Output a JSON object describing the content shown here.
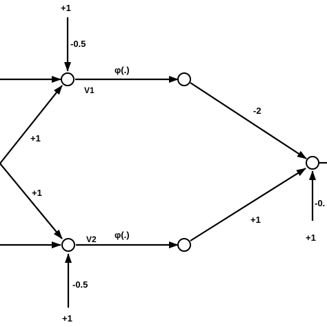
{
  "diagram": {
    "nodes": {
      "v1": {
        "label": "V1"
      },
      "v2": {
        "label": "V2"
      },
      "h1": {
        "label": ""
      },
      "h2": {
        "label": ""
      },
      "out": {
        "label": ""
      }
    },
    "labels": {
      "bias_top_v1": "+1",
      "bias_top_v1_weight": "-0.5",
      "activation_1": "φ(.)",
      "w_x2_v1": "+1",
      "w_x2_v2": "+1",
      "activation_2": "φ(.)",
      "bias_v2_weight": "-0.5",
      "bias_v2": "+1",
      "w_h1_out": "-2",
      "w_h2_out": "+1",
      "bias_out_weight": "-0.",
      "bias_out": "+1"
    },
    "colors": {
      "stroke": "#000000",
      "background": "#ffffff"
    }
  }
}
